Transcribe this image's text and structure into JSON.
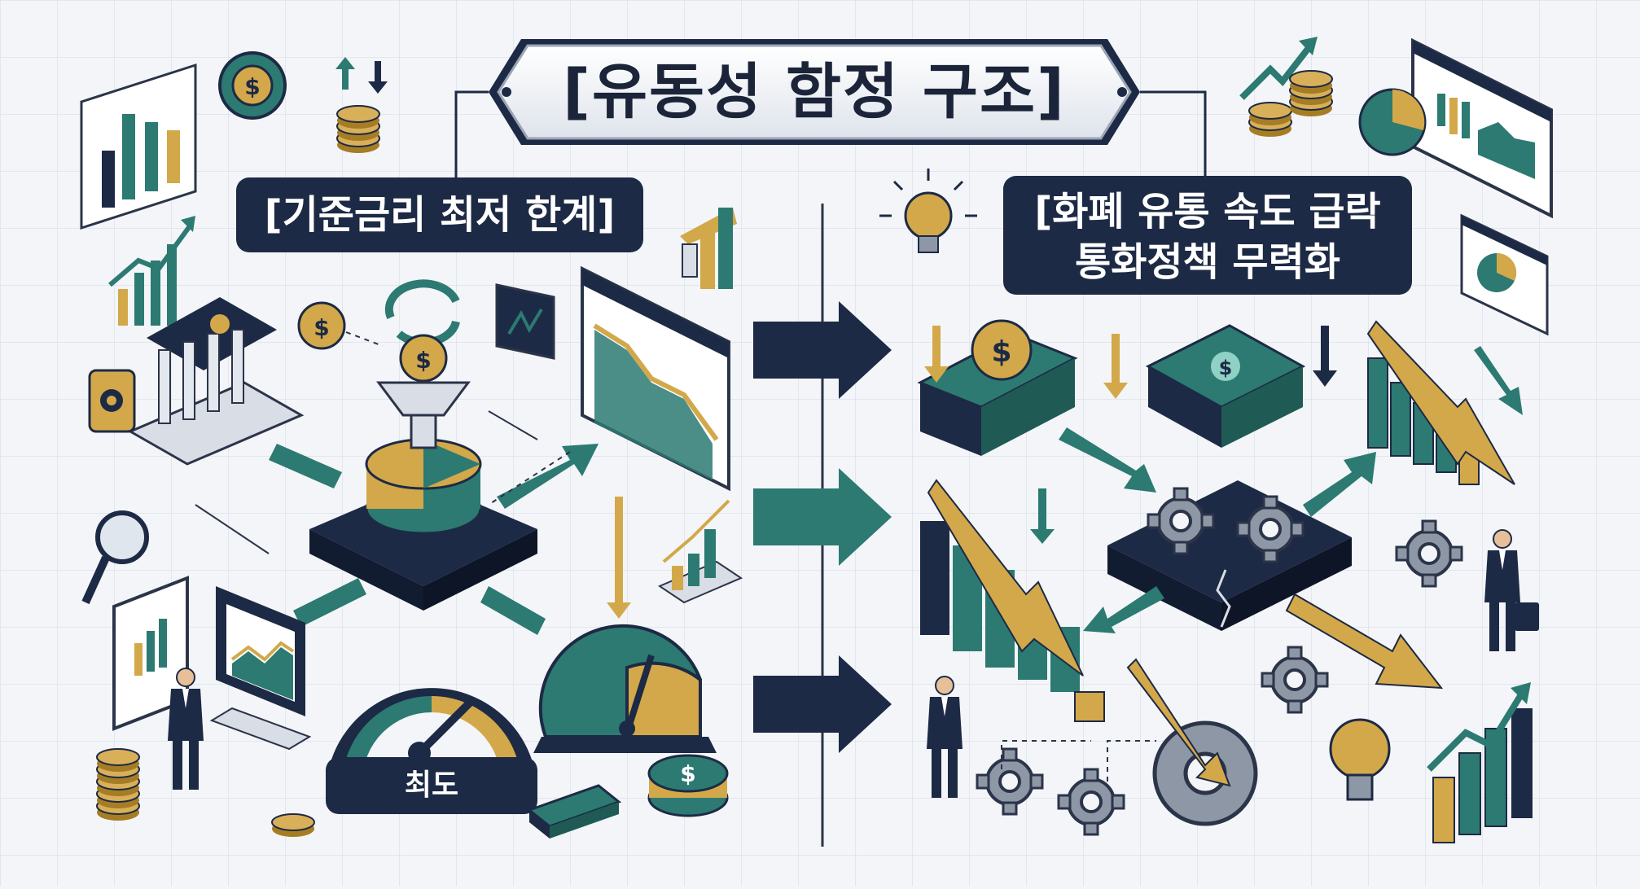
{
  "title": "[유동성 함정 구조]",
  "left_label": "[기준금리 최저 한계]",
  "right_label_line1": "[화폐 유통 속도 급락",
  "right_label_line2": "통화정책 무력화",
  "gauge_label": "최도",
  "colors": {
    "navy": "#1d2a45",
    "teal": "#2c7a72",
    "gold": "#d3a84a",
    "background": "#f3f5f8",
    "grid": "#dde2ea"
  },
  "icons": [
    "bank-icon",
    "coin-icon",
    "gear-icon",
    "magnifier-icon",
    "monitor-icon",
    "bar-chart-icon",
    "line-chart-icon",
    "gauge-icon",
    "money-stack-icon",
    "lightbulb-icon",
    "broken-gear-icon",
    "businessman-icon",
    "arrow-icon"
  ]
}
